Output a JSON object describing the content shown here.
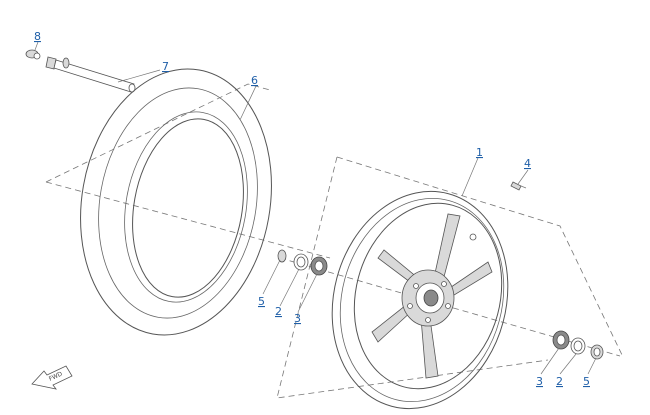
{
  "callouts": {
    "c1": "1",
    "c2a": "2",
    "c2b": "2",
    "c3a": "3",
    "c3b": "3",
    "c4": "4",
    "c5a": "5",
    "c5b": "5",
    "c6": "6",
    "c7": "7",
    "c8": "8"
  },
  "fwd": {
    "label": "FWD"
  },
  "colors": {
    "callout": "#1f5fa8",
    "line": "#555555",
    "background": "#ffffff"
  }
}
